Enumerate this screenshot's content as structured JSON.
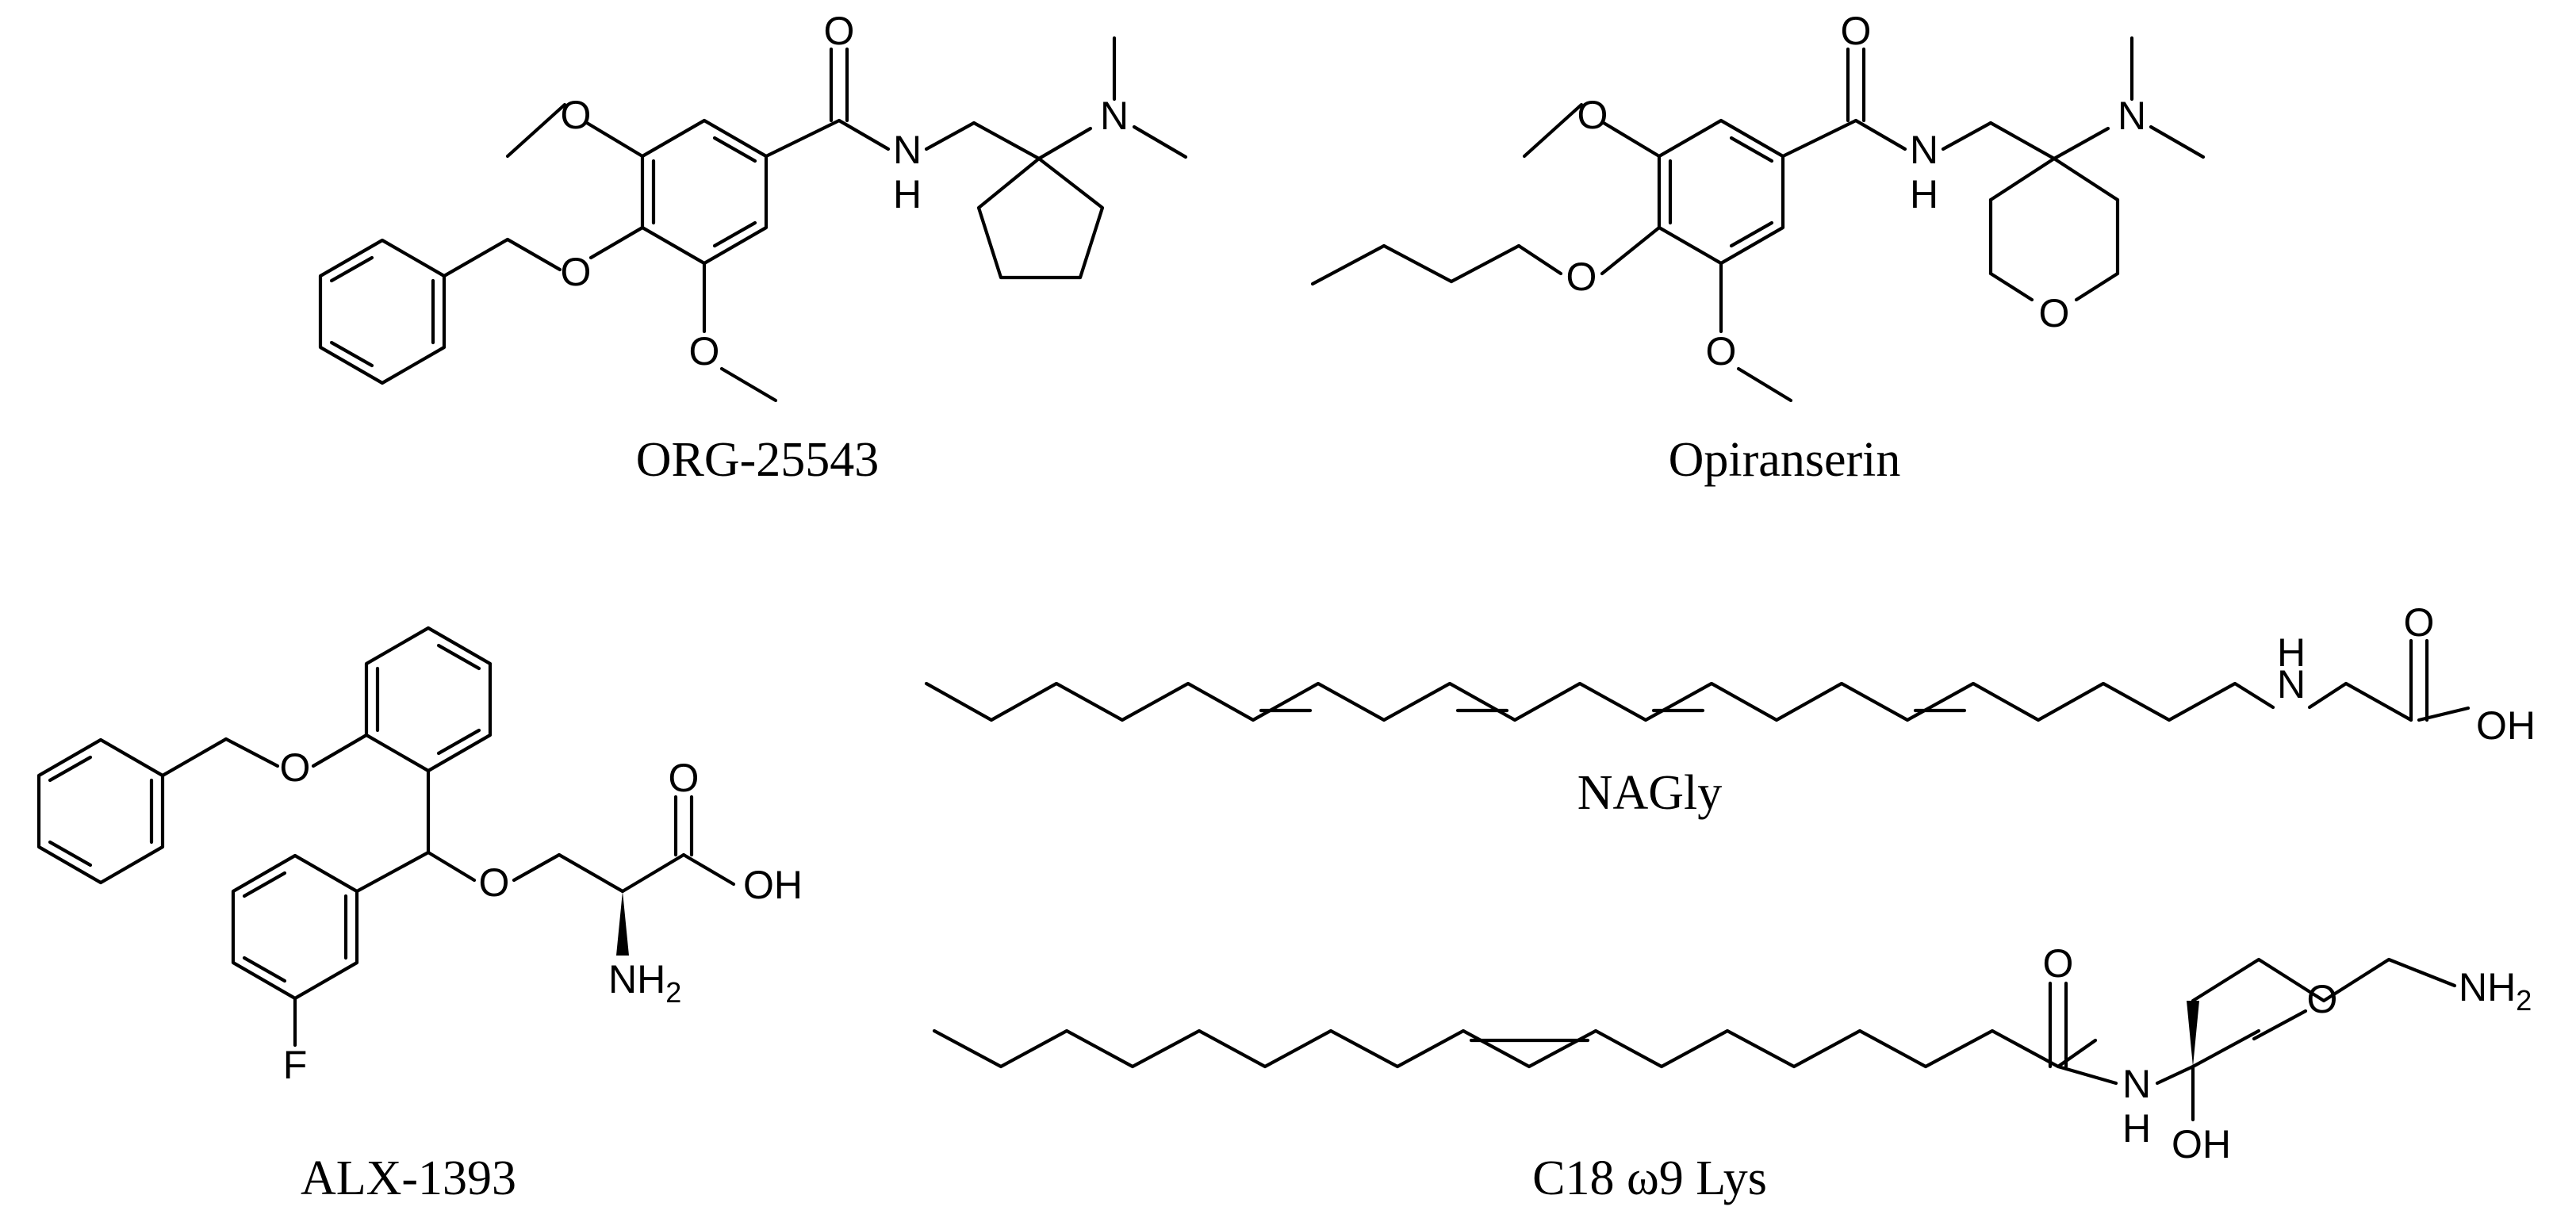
{
  "compounds": [
    {
      "id": "org",
      "name": "ORG-25543",
      "atoms": {
        "o_carbonyl": "O",
        "nh_n": "N",
        "nh_h": "H",
        "nme2": "N",
        "o_top": "O",
        "o_ether": "O",
        "o_bot": "O"
      }
    },
    {
      "id": "opi",
      "name": "Opiranserin",
      "atoms": {
        "o_carbonyl": "O",
        "nh_n": "N",
        "nh_h": "H",
        "nme2": "N",
        "o_top": "O",
        "o_ether": "O",
        "o_bot": "O",
        "o_ring": "O"
      }
    },
    {
      "id": "alx",
      "name": "ALX-1393",
      "atoms": {
        "o_ether1": "O",
        "o_ether2": "O",
        "o_carbonyl": "O",
        "oh": "OH",
        "nh2": "NH",
        "nh2_sub": "2",
        "f": "F"
      }
    },
    {
      "id": "nagly",
      "name": "NAGly",
      "atoms": {
        "nh_n": "N",
        "nh_h": "H",
        "o_carbonyl": "O",
        "oh": "OH"
      }
    },
    {
      "id": "c18",
      "name": "C18 ω9 Lys",
      "atoms": {
        "o_amide": "O",
        "nh_n": "N",
        "nh_h": "H",
        "o_acid": "O",
        "oh": "OH",
        "nh2": "NH",
        "nh2_sub": "2"
      }
    }
  ]
}
